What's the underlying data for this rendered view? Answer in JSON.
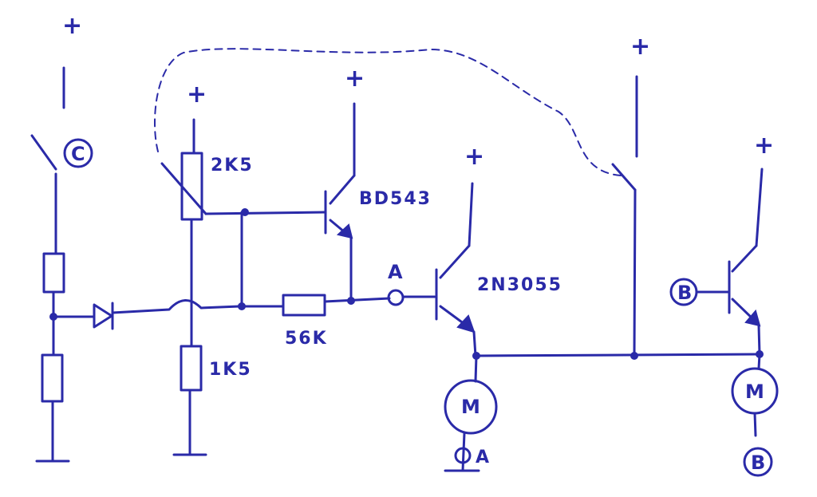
{
  "labels": {
    "plus": "+",
    "switch_c": "C",
    "r_2k5": "2K5",
    "r_1k5": "1K5",
    "r_56k": "56K",
    "q_bd543": "BD543",
    "q_2n3055": "2N3055",
    "node_a": "A",
    "motor": "M",
    "ground_a": "A",
    "base_b": "B",
    "motor_b_term": "B"
  },
  "ink_color": "#2a2aa8"
}
